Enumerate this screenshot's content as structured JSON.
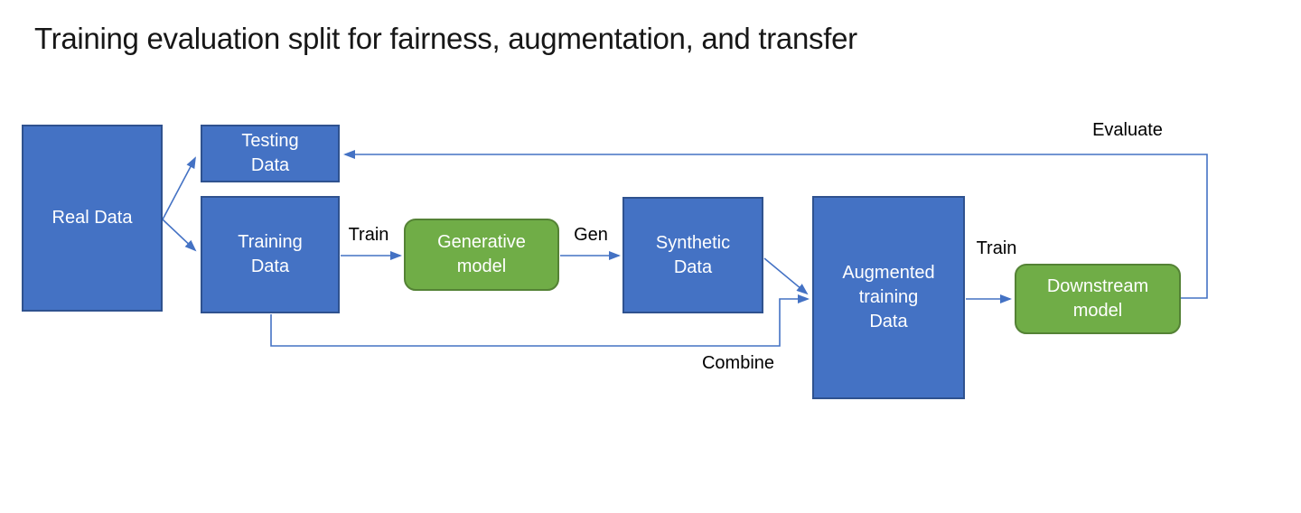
{
  "title": "Training evaluation split for fairness, augmentation, and transfer",
  "colors": {
    "data_box_fill": "#4472C4",
    "data_box_border": "#2F528F",
    "model_box_fill": "#70AD47",
    "model_box_border": "#548235",
    "connector": "#4472C4",
    "box_text": "#FFFFFF",
    "label_text": "#000000",
    "title_text": "#171717",
    "background": "#FFFFFF"
  },
  "nodes": {
    "real_data": {
      "label": "Real Data",
      "shape": "rectangle",
      "fill": "#4472C4"
    },
    "testing_data": {
      "label": "Testing\nData",
      "shape": "rectangle",
      "fill": "#4472C4"
    },
    "training_data": {
      "label": "Training\nData",
      "shape": "rectangle",
      "fill": "#4472C4"
    },
    "generative_model": {
      "label": "Generative\nmodel",
      "shape": "rounded-rectangle",
      "fill": "#70AD47"
    },
    "synthetic_data": {
      "label": "Synthetic\nData",
      "shape": "rectangle",
      "fill": "#4472C4"
    },
    "augmented_data": {
      "label": "Augmented\ntraining\nData",
      "shape": "rectangle",
      "fill": "#4472C4"
    },
    "downstream_model": {
      "label": "Downstream\nmodel",
      "shape": "rounded-rectangle",
      "fill": "#70AD47"
    }
  },
  "edges": [
    {
      "from": "real_data",
      "to": "testing_data",
      "label": ""
    },
    {
      "from": "real_data",
      "to": "training_data",
      "label": ""
    },
    {
      "from": "training_data",
      "to": "generative_model",
      "label": "Train"
    },
    {
      "from": "generative_model",
      "to": "synthetic_data",
      "label": "Gen"
    },
    {
      "from": "synthetic_data",
      "to": "augmented_data",
      "label": ""
    },
    {
      "from": "training_data",
      "to": "augmented_data",
      "label": "Combine"
    },
    {
      "from": "augmented_data",
      "to": "downstream_model",
      "label": "Train"
    },
    {
      "from": "downstream_model",
      "to": "testing_data",
      "label": "Evaluate"
    }
  ]
}
